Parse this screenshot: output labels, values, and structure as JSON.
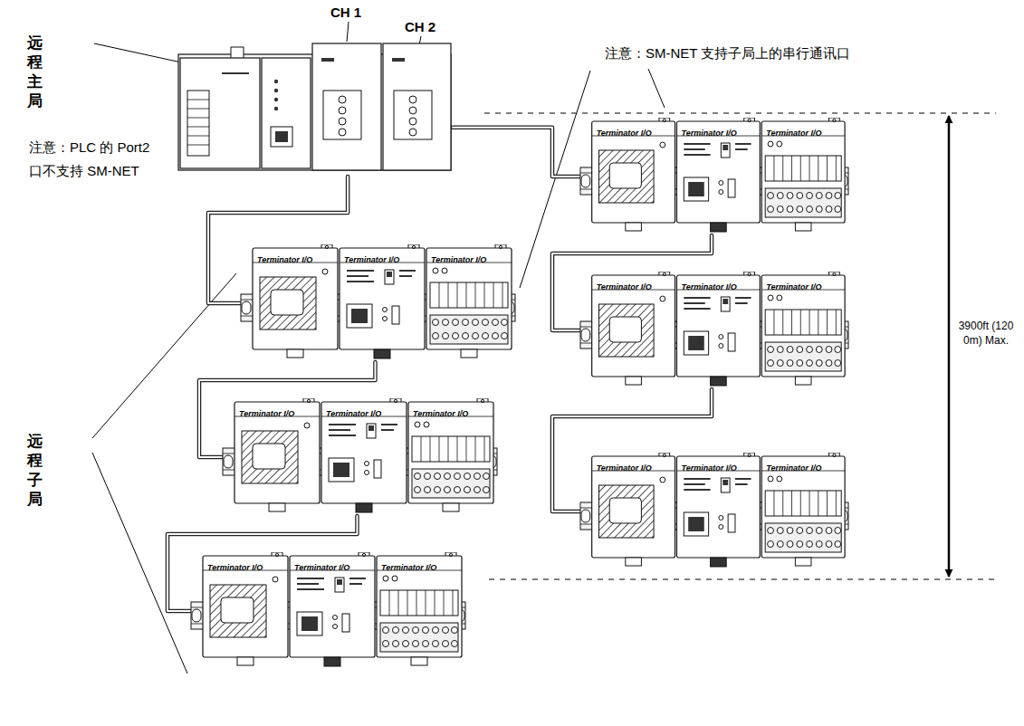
{
  "diagram": {
    "nodes": [
      {
        "text": [
          "CH 1",
          "CH 2"
        ]
      },
      {
        "text": [
          "Terminator I/O",
          "Terminator I/O",
          "Terminator I/O"
        ]
      },
      {
        "text": [
          "Terminator I/O",
          "Terminator I/O",
          "Terminator I/O"
        ]
      },
      {
        "text": [
          "Terminator I/O",
          "Terminator I/O",
          "Terminator I/O"
        ]
      },
      {
        "text": [
          "Terminator I/O",
          "Terminator I/O",
          "Terminator I/O"
        ]
      },
      {
        "text": [
          "Terminator I/O",
          "Terminator I/O",
          "Terminator I/O"
        ]
      },
      {
        "text": [
          "Terminator I/O",
          "Terminator I/O",
          "Terminator I/O"
        ]
      }
    ],
    "edges": [
      {
        "from": 0,
        "to": 1,
        "arrow": "none"
      },
      {
        "from": 1,
        "to": 2,
        "arrow": "none"
      },
      {
        "from": 2,
        "to": 3,
        "arrow": "none"
      },
      {
        "from": 0,
        "to": 4,
        "arrow": "none"
      },
      {
        "from": 4,
        "to": 5,
        "arrow": "none"
      },
      {
        "from": 5,
        "to": 6,
        "arrow": "none"
      }
    ],
    "labels": [
      "远程主局",
      "注意：SM-NET 支持子局上的串行通讯口",
      "注意：PLC 的 Port2 口不支持 SM-NET",
      "远程子局",
      "3900ft (1200m) Max."
    ]
  }
}
